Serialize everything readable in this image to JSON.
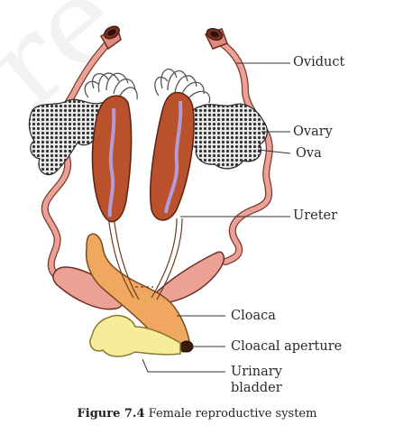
{
  "labels": {
    "oviduct": "Oviduct",
    "ovary": "Ovary",
    "ova": "Ova",
    "ureter": "Ureter",
    "cloaca": "Cloaca",
    "cloacal_aperture": "Cloacal aperture",
    "urinary_bladder_line1": "Urinary",
    "urinary_bladder_line2": "bladder"
  },
  "caption": {
    "number": "Figure 7.4",
    "text": "Female reproductive system"
  },
  "colors": {
    "kidney": "#b9512c",
    "kidney_vein": "#b49ad6",
    "oviduct": "#eba195",
    "cloaca": "#f0a760",
    "bladder": "#f7ec9c",
    "ovary_dots": "#3b3b3b",
    "leader_line": "#333333"
  }
}
